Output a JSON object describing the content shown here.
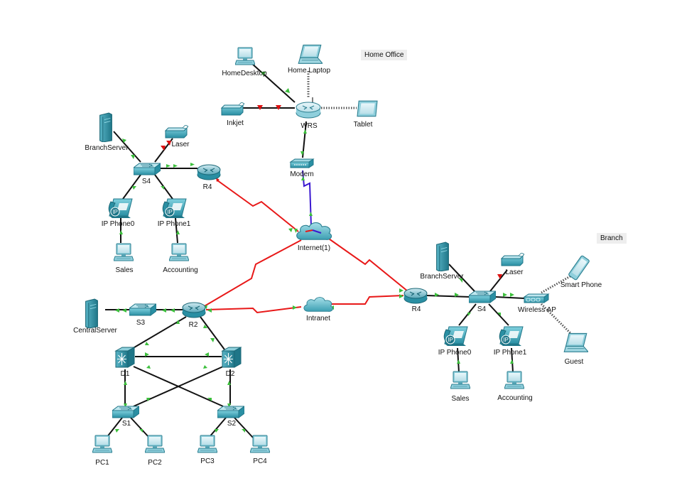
{
  "areas": {
    "home_office": "Home Office",
    "branch": "Branch"
  },
  "devices": {
    "home_desktop": "HomeDesktop",
    "home_laptop": "Home Laptop",
    "inkjet": "Inkjet",
    "wrs": "WRS",
    "tablet": "Tablet",
    "modem": "Modem",
    "internet": "Internet(1)",
    "branch_server_left": "BranchServer",
    "laser_left": "Laser",
    "s4_left": "S4",
    "r4_left": "R4",
    "ip_phone0_left": "IP Phone0",
    "ip_phone1_left": "IP Phone1",
    "sales_left": "Sales",
    "accounting_left": "Accounting",
    "central_server": "CentralServer",
    "s3": "S3",
    "r2": "R2",
    "intranet": "Intranet",
    "d1": "D1",
    "d2": "D2",
    "s1": "S1",
    "s2": "S2",
    "pc1": "PC1",
    "pc2": "PC2",
    "pc3": "PC3",
    "pc4": "PC4",
    "branch_server_right": "BranchServer",
    "laser_right": "Laser",
    "s4_right": "S4",
    "r4_right": "R4",
    "wireless_ap": "Wireless AP",
    "smart_phone": "Smart Phone",
    "guest": "Guest",
    "ip_phone0_right": "IP Phone0",
    "ip_phone1_right": "IP Phone1",
    "sales_right": "Sales",
    "accounting_right": "Accounting"
  },
  "icon_labels": {
    "ip": "IP"
  },
  "colors": {
    "device_teal": "#2a8fa3",
    "link_up": "#3cbf3c",
    "link_down": "#dd1111",
    "serial_link": "#e81818",
    "coax_link": "#3a18d0",
    "wireless": "#555555"
  }
}
